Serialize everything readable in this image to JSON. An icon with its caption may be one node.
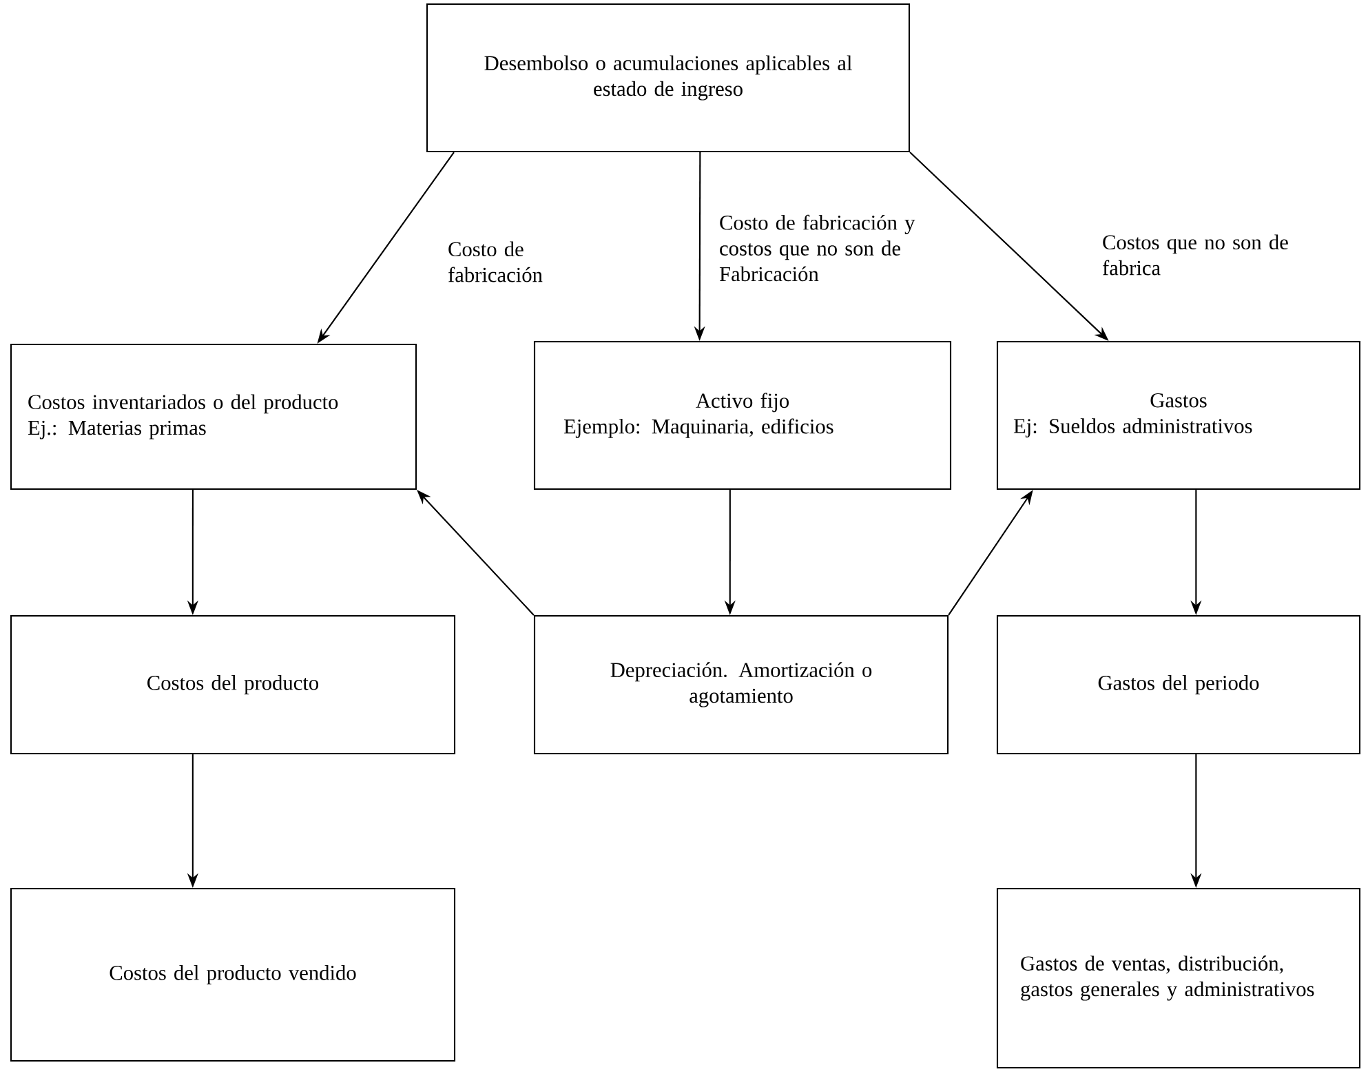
{
  "diagram": {
    "nodes": [
      {
        "text": [
          "Desembolso o acumulaciones aplicables al estado de ingreso"
        ]
      },
      {
        "text": [
          "Costos inventariados o del producto",
          "Ej.: Materias primas"
        ]
      },
      {
        "text": [
          "Activo fijo",
          "Ejemplo: Maquinaria, edificios"
        ]
      },
      {
        "text": [
          "Gastos",
          "Ej: Sueldos administrativos"
        ]
      },
      {
        "text": [
          "Costos del producto"
        ]
      },
      {
        "text": [
          "Depreciación. Amortización o agotamiento"
        ]
      },
      {
        "text": [
          "Gastos del periodo"
        ]
      },
      {
        "text": [
          "Costos del producto vendido"
        ]
      },
      {
        "text": [
          "Gastos de ventas, distribución, gastos generales y administrativos"
        ]
      }
    ],
    "edges": [
      {
        "from": 0,
        "to": 1,
        "arrow": "to",
        "label": "Costo de fabricación"
      },
      {
        "from": 0,
        "to": 2,
        "arrow": "to",
        "label": "Costo de fabricación y costos que no son de Fabricación"
      },
      {
        "from": 0,
        "to": 3,
        "arrow": "to",
        "label": "Costos que no son de fabrica"
      },
      {
        "from": 1,
        "to": 4,
        "arrow": "to"
      },
      {
        "from": 2,
        "to": 5,
        "arrow": "to"
      },
      {
        "from": 5,
        "to": 1,
        "arrow": "to"
      },
      {
        "from": 5,
        "to": 3,
        "arrow": "to"
      },
      {
        "from": 3,
        "to": 6,
        "arrow": "to"
      },
      {
        "from": 4,
        "to": 7,
        "arrow": "to"
      },
      {
        "from": 6,
        "to": 8,
        "arrow": "to"
      }
    ]
  }
}
